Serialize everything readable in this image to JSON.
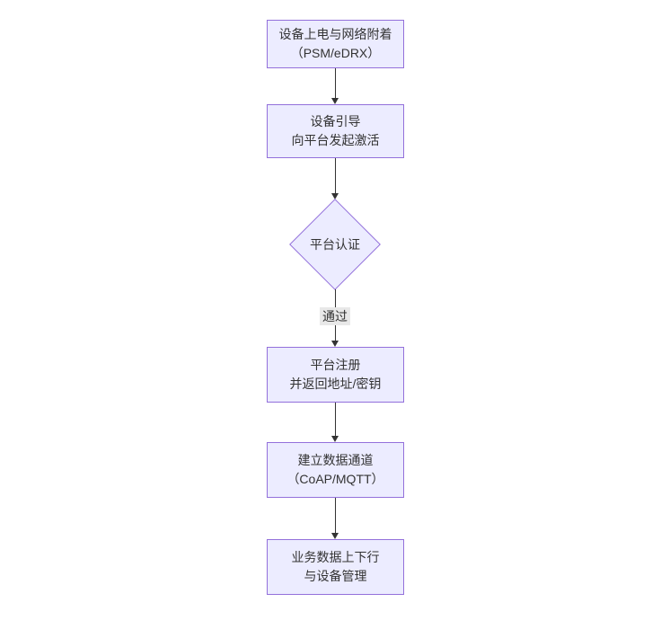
{
  "diagram": {
    "type": "flowchart",
    "direction": "top-down",
    "nodes": [
      {
        "id": "attach",
        "shape": "rect",
        "lines": [
          "设备上电与网络附着",
          "（PSM/eDRX）"
        ]
      },
      {
        "id": "bootstrap",
        "shape": "rect",
        "lines": [
          "设备引导",
          "向平台发起激活"
        ]
      },
      {
        "id": "auth",
        "shape": "diamond",
        "lines": [
          "平台认证"
        ]
      },
      {
        "id": "register",
        "shape": "rect",
        "lines": [
          "平台注册",
          "并返回地址/密钥"
        ]
      },
      {
        "id": "channel",
        "shape": "rect",
        "lines": [
          "建立数据通道",
          "（CoAP/MQTT）"
        ]
      },
      {
        "id": "business",
        "shape": "rect",
        "lines": [
          "业务数据上下行",
          "与设备管理"
        ]
      }
    ],
    "edges": [
      {
        "from": "attach",
        "to": "bootstrap",
        "label": ""
      },
      {
        "from": "bootstrap",
        "to": "auth",
        "label": ""
      },
      {
        "from": "auth",
        "to": "register",
        "label": "通过"
      },
      {
        "from": "register",
        "to": "channel",
        "label": ""
      },
      {
        "from": "channel",
        "to": "business",
        "label": ""
      }
    ],
    "colors": {
      "background": "#ffffff",
      "node_fill": "#ECECFF",
      "node_border": "#9370DB",
      "text": "#333333",
      "edge": "#333333",
      "edge_label_bg": "#e8e8e8"
    }
  }
}
